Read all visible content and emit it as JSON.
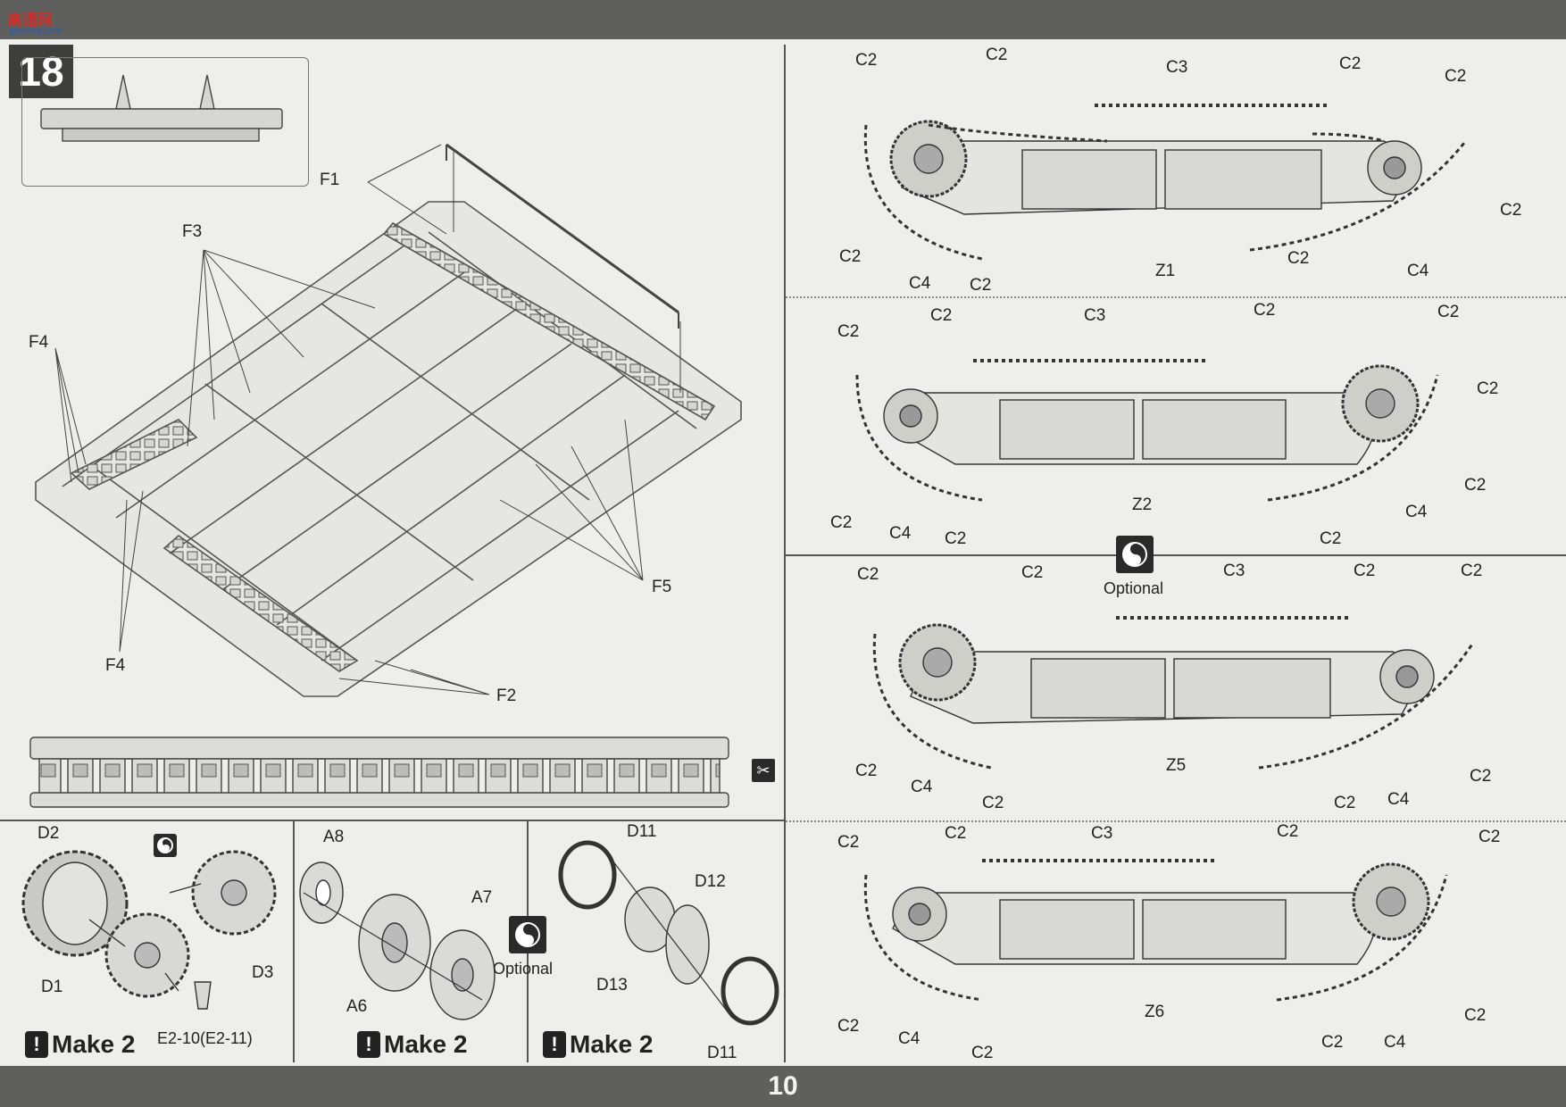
{
  "page": {
    "number": "10",
    "step": "18"
  },
  "watermark": {
    "logo_text": "高通网",
    "logo_sub": "gaotong.com"
  },
  "sprue_labels": {
    "f1": "F1",
    "f2": "F2",
    "f3": "F3",
    "f4a": "F4",
    "f4b": "F4",
    "f5": "F5"
  },
  "wheels": {
    "d2": "D2",
    "d1": "D1",
    "d3": "D3",
    "part_ref": "E2-10(E2-11)",
    "a8": "A8",
    "a7": "A7",
    "a6": "A6",
    "optional": "Optional",
    "d11a": "D11",
    "d12": "D12",
    "d13": "D13",
    "d11b": "D11",
    "make_label": "Make 2"
  },
  "tracks": [
    {
      "id": "Z1",
      "c3": "C3",
      "c4a": "C4",
      "c4b": "C4",
      "c2": "C2"
    },
    {
      "id": "Z2",
      "c3": "C3",
      "c4a": "C4",
      "c4b": "C4",
      "c2": "C2"
    },
    {
      "id": "Z5",
      "c3": "C3",
      "c4a": "C4",
      "c4b": "C4",
      "c2": "C2"
    },
    {
      "id": "Z6",
      "c3": "C3",
      "c4a": "C4",
      "c4b": "C4",
      "c2": "C2"
    }
  ],
  "optional_label": "Optional",
  "colors": {
    "band": "#5f5f5d",
    "paper": "#eeeeec",
    "ink": "#222222",
    "line": "#555555"
  },
  "icons": [
    "yin-yang-optional-icon",
    "exclamation-icon",
    "cut-tool-icon"
  ]
}
